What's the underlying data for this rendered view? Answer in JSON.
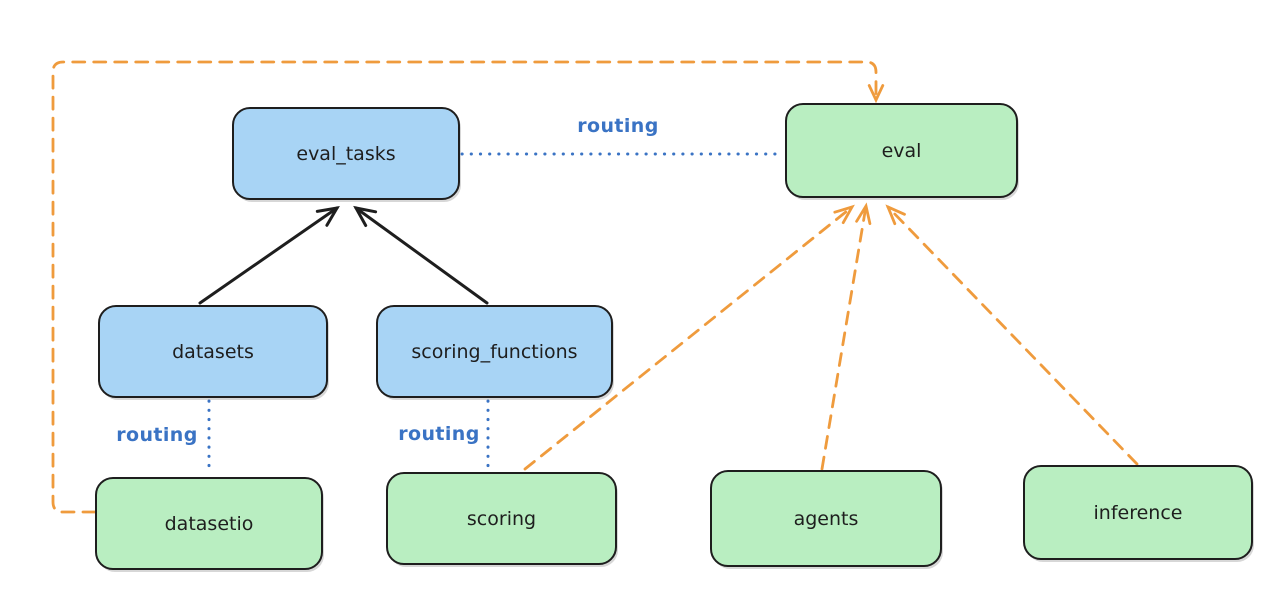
{
  "colors": {
    "background": "#ffffff",
    "node_blue_fill": "#a8d4f5",
    "node_green_fill": "#b9eec1",
    "node_border": "#1e1e1e",
    "node_text": "#1e1e1e",
    "routing_blue": "#3a73c4",
    "arrow_black": "#1e1e1e",
    "arrow_orange": "#ef9b3d"
  },
  "nodes": [
    {
      "id": "eval_tasks",
      "label": "eval_tasks",
      "variant": "blue"
    },
    {
      "id": "eval",
      "label": "eval",
      "variant": "green"
    },
    {
      "id": "datasets",
      "label": "datasets",
      "variant": "blue"
    },
    {
      "id": "scoring_functions",
      "label": "scoring_functions",
      "variant": "blue"
    },
    {
      "id": "datasetio",
      "label": "datasetio",
      "variant": "green"
    },
    {
      "id": "scoring",
      "label": "scoring",
      "variant": "green"
    },
    {
      "id": "agents",
      "label": "agents",
      "variant": "green"
    },
    {
      "id": "inference",
      "label": "inference",
      "variant": "green"
    }
  ],
  "edges": [
    {
      "from": "datasets",
      "to": "eval_tasks",
      "style": "solid-black-arrow"
    },
    {
      "from": "scoring_functions",
      "to": "eval_tasks",
      "style": "solid-black-arrow"
    },
    {
      "from": "eval_tasks",
      "to": "eval",
      "style": "dotted-blue",
      "label": "routing"
    },
    {
      "from": "datasets",
      "to": "datasetio",
      "style": "dotted-blue",
      "label": "routing"
    },
    {
      "from": "scoring_functions",
      "to": "scoring",
      "style": "dotted-blue",
      "label": "routing"
    },
    {
      "from": "datasetio",
      "to": "eval",
      "style": "dashed-orange-arrow"
    },
    {
      "from": "scoring",
      "to": "eval",
      "style": "dashed-orange-arrow"
    },
    {
      "from": "agents",
      "to": "eval",
      "style": "dashed-orange-arrow"
    },
    {
      "from": "inference",
      "to": "eval",
      "style": "dashed-orange-arrow"
    }
  ],
  "edge_labels": {
    "routing_eval_tasks_eval": "routing",
    "routing_datasets_datasetio": "routing",
    "routing_scoring_functions_scoring": "routing"
  }
}
